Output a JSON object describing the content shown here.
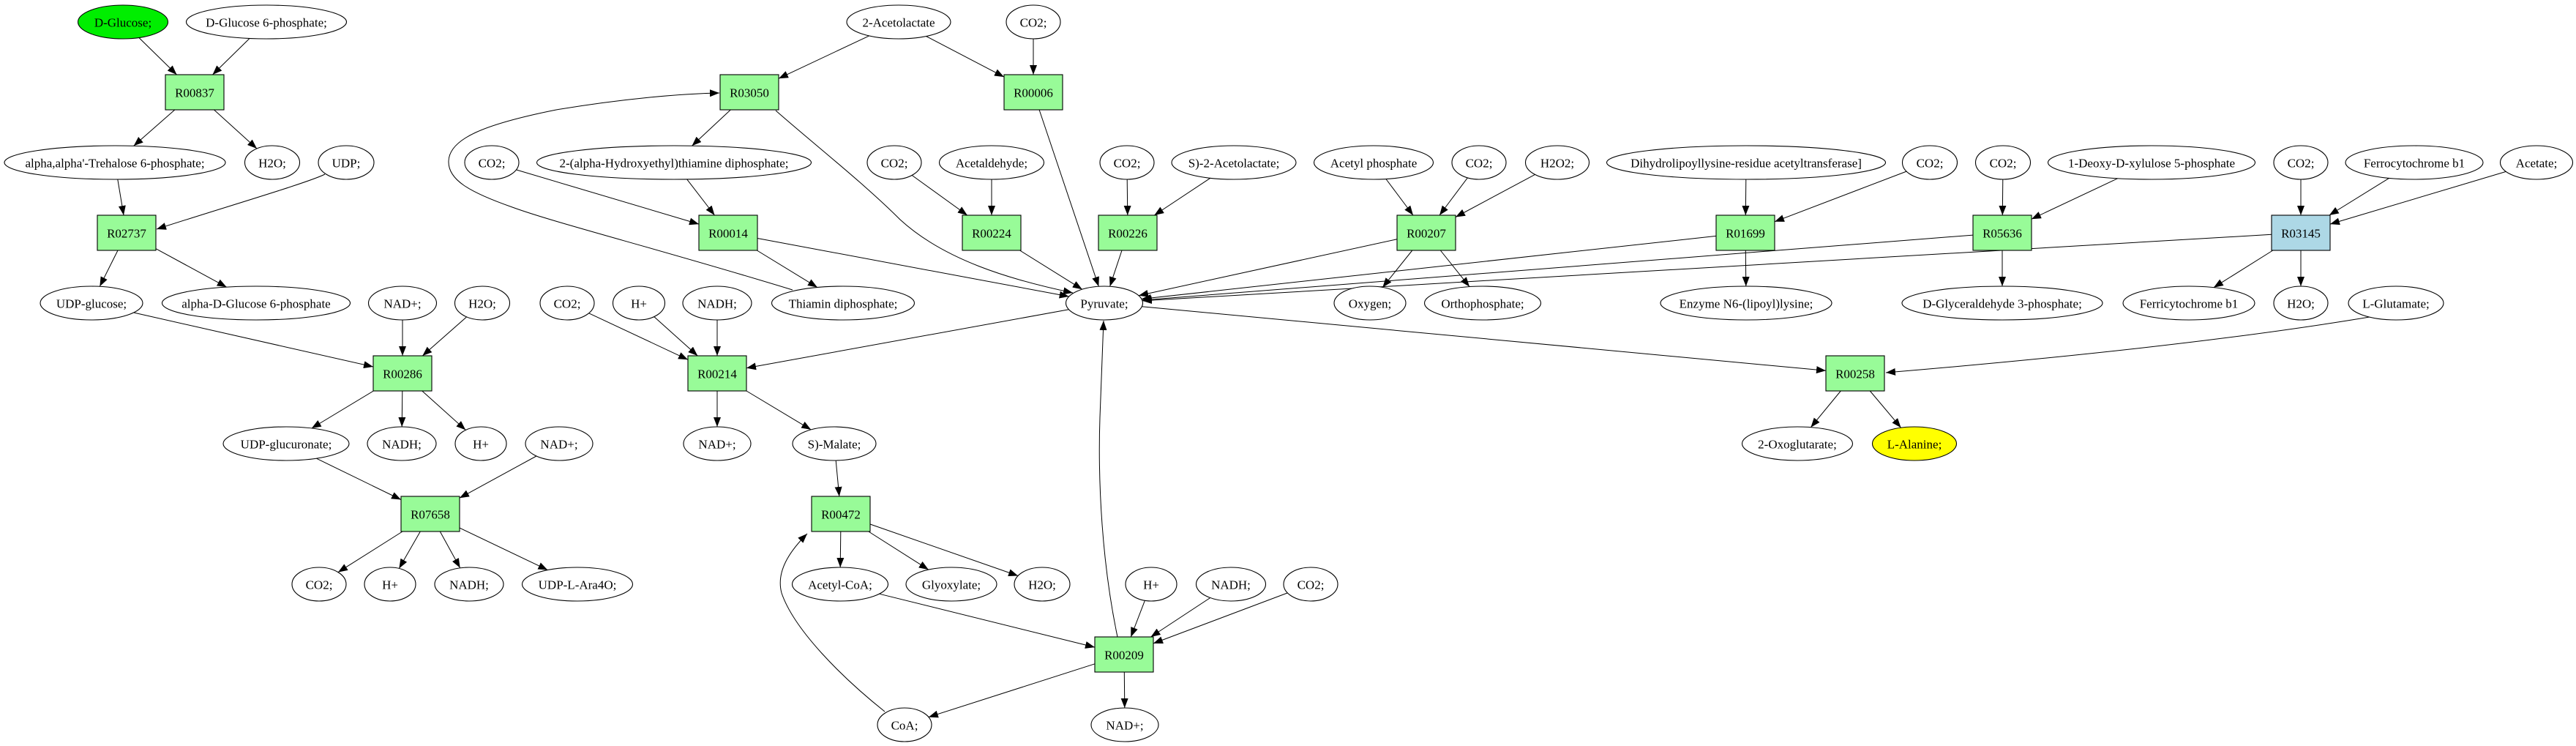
{
  "colors": {
    "background": "#FFFFFF",
    "line": "#000000",
    "compound_fill": "#FFFFFF",
    "reaction_fill": "#98FB98",
    "reaction_alt_fill": "#ADD8E6",
    "start_compound_fill": "#00EE00",
    "target_compound_fill": "#FFFF00"
  },
  "graph": {
    "nodes": [
      {
        "id": "dglc",
        "label": "D-Glucose;",
        "type": "compound",
        "highlight": "start"
      },
      {
        "id": "g6p",
        "label": "D-Glucose 6-phosphate;",
        "type": "compound"
      },
      {
        "id": "acl",
        "label": "2-Acetolactate",
        "type": "compound"
      },
      {
        "id": "co2_1",
        "label": "CO2;",
        "type": "compound"
      },
      {
        "id": "R00837",
        "label": "R00837",
        "type": "reaction"
      },
      {
        "id": "R03050",
        "label": "R03050",
        "type": "reaction"
      },
      {
        "id": "R00006",
        "label": "R00006",
        "type": "reaction"
      },
      {
        "id": "t6p",
        "label": "alpha,alpha'-Trehalose 6-phosphate;",
        "type": "compound"
      },
      {
        "id": "h2o_1",
        "label": "H2O;",
        "type": "compound"
      },
      {
        "id": "udp",
        "label": "UDP;",
        "type": "compound"
      },
      {
        "id": "co2_2",
        "label": "CO2;",
        "type": "compound"
      },
      {
        "id": "hetpp",
        "label": "2-(alpha-Hydroxyethyl)thiamine diphosphate;",
        "type": "compound"
      },
      {
        "id": "co2_3",
        "label": "CO2;",
        "type": "compound"
      },
      {
        "id": "acald",
        "label": "Acetaldehyde;",
        "type": "compound"
      },
      {
        "id": "co2_4",
        "label": "CO2;",
        "type": "compound"
      },
      {
        "id": "sacl",
        "label": "S)-2-Acetolactate;",
        "type": "compound"
      },
      {
        "id": "acp",
        "label": "Acetyl phosphate",
        "type": "compound"
      },
      {
        "id": "co2_5",
        "label": "CO2;",
        "type": "compound"
      },
      {
        "id": "h2o2",
        "label": "H2O2;",
        "type": "compound"
      },
      {
        "id": "dlat",
        "label": "Dihydrolipoyllysine-residue acetyltransferase]",
        "type": "compound"
      },
      {
        "id": "co2_6",
        "label": "CO2;",
        "type": "compound"
      },
      {
        "id": "co2_7",
        "label": "CO2;",
        "type": "compound"
      },
      {
        "id": "dxp",
        "label": "1-Deoxy-D-xylulose 5-phosphate",
        "type": "compound"
      },
      {
        "id": "co2_8",
        "label": "CO2;",
        "type": "compound"
      },
      {
        "id": "fcb1",
        "label": "Ferrocytochrome b1",
        "type": "compound"
      },
      {
        "id": "acet",
        "label": "Acetate;",
        "type": "compound"
      },
      {
        "id": "R02737",
        "label": "R02737",
        "type": "reaction"
      },
      {
        "id": "R00014",
        "label": "R00014",
        "type": "reaction"
      },
      {
        "id": "R00224",
        "label": "R00224",
        "type": "reaction"
      },
      {
        "id": "R00226",
        "label": "R00226",
        "type": "reaction"
      },
      {
        "id": "R00207",
        "label": "R00207",
        "type": "reaction"
      },
      {
        "id": "R01699",
        "label": "R01699",
        "type": "reaction"
      },
      {
        "id": "R05636",
        "label": "R05636",
        "type": "reaction"
      },
      {
        "id": "R03145",
        "label": "R03145",
        "type": "reaction",
        "highlight": "alt"
      },
      {
        "id": "udpg",
        "label": "UDP-glucose;",
        "type": "compound"
      },
      {
        "id": "ag6p",
        "label": "alpha-D-Glucose 6-phosphate",
        "type": "compound"
      },
      {
        "id": "nad_1",
        "label": "NAD+;",
        "type": "compound"
      },
      {
        "id": "h2o_2",
        "label": "H2O;",
        "type": "compound"
      },
      {
        "id": "co2_9",
        "label": "CO2;",
        "type": "compound"
      },
      {
        "id": "h_1",
        "label": "H+",
        "type": "compound"
      },
      {
        "id": "nadh_1",
        "label": "NADH;",
        "type": "compound"
      },
      {
        "id": "tpp",
        "label": "Thiamin diphosphate;",
        "type": "compound"
      },
      {
        "id": "pyr",
        "label": "Pyruvate;",
        "type": "compound"
      },
      {
        "id": "oxy",
        "label": "Oxygen;",
        "type": "compound"
      },
      {
        "id": "pi",
        "label": "Orthophosphate;",
        "type": "compound"
      },
      {
        "id": "lip",
        "label": "Enzyme N6-(lipoyl)lysine;",
        "type": "compound"
      },
      {
        "id": "gap",
        "label": "D-Glyceraldehyde 3-phosphate;",
        "type": "compound"
      },
      {
        "id": "fib1",
        "label": "Ferricytochrome b1",
        "type": "compound"
      },
      {
        "id": "h2o_3",
        "label": "H2O;",
        "type": "compound"
      },
      {
        "id": "glu",
        "label": "L-Glutamate;",
        "type": "compound"
      },
      {
        "id": "R00286",
        "label": "R00286",
        "type": "reaction"
      },
      {
        "id": "R00214",
        "label": "R00214",
        "type": "reaction"
      },
      {
        "id": "R00258",
        "label": "R00258",
        "type": "reaction"
      },
      {
        "id": "udpgla",
        "label": "UDP-glucuronate;",
        "type": "compound"
      },
      {
        "id": "nadh_2",
        "label": "NADH;",
        "type": "compound"
      },
      {
        "id": "h_2",
        "label": "H+",
        "type": "compound"
      },
      {
        "id": "nad_2",
        "label": "NAD+;",
        "type": "compound"
      },
      {
        "id": "nad_3",
        "label": "NAD+;",
        "type": "compound"
      },
      {
        "id": "mal",
        "label": "S)-Malate;",
        "type": "compound"
      },
      {
        "id": "akg",
        "label": "2-Oxoglutarate;",
        "type": "compound"
      },
      {
        "id": "ala",
        "label": "L-Alanine;",
        "type": "compound",
        "highlight": "target"
      },
      {
        "id": "R07658",
        "label": "R07658",
        "type": "reaction"
      },
      {
        "id": "R00472",
        "label": "R00472",
        "type": "reaction"
      },
      {
        "id": "co2_10",
        "label": "CO2;",
        "type": "compound"
      },
      {
        "id": "h_3",
        "label": "H+",
        "type": "compound"
      },
      {
        "id": "nadh_3",
        "label": "NADH;",
        "type": "compound"
      },
      {
        "id": "ara",
        "label": "UDP-L-Ara4O;",
        "type": "compound"
      },
      {
        "id": "accoa",
        "label": "Acetyl-CoA;",
        "type": "compound"
      },
      {
        "id": "glx",
        "label": "Glyoxylate;",
        "type": "compound"
      },
      {
        "id": "h2o_4",
        "label": "H2O;",
        "type": "compound"
      },
      {
        "id": "h_4",
        "label": "H+",
        "type": "compound"
      },
      {
        "id": "nadh_4",
        "label": "NADH;",
        "type": "compound"
      },
      {
        "id": "co2_11",
        "label": "CO2;",
        "type": "compound"
      },
      {
        "id": "R00209",
        "label": "R00209",
        "type": "reaction"
      },
      {
        "id": "coa",
        "label": "CoA;",
        "type": "compound"
      },
      {
        "id": "nad_4",
        "label": "NAD+;",
        "type": "compound"
      }
    ],
    "edges": [
      {
        "from": "dglc",
        "to": "R00837"
      },
      {
        "from": "g6p",
        "to": "R00837"
      },
      {
        "from": "R00837",
        "to": "t6p"
      },
      {
        "from": "R00837",
        "to": "h2o_1"
      },
      {
        "from": "t6p",
        "to": "R02737"
      },
      {
        "from": "udp",
        "to": "R02737"
      },
      {
        "from": "R02737",
        "to": "udpg"
      },
      {
        "from": "R02737",
        "to": "ag6p"
      },
      {
        "from": "udpg",
        "to": "R00286"
      },
      {
        "from": "nad_1",
        "to": "R00286"
      },
      {
        "from": "h2o_2",
        "to": "R00286"
      },
      {
        "from": "R00286",
        "to": "udpgla"
      },
      {
        "from": "R00286",
        "to": "nadh_2"
      },
      {
        "from": "R00286",
        "to": "h_2"
      },
      {
        "from": "udpgla",
        "to": "R07658"
      },
      {
        "from": "nad_2",
        "to": "R07658"
      },
      {
        "from": "R07658",
        "to": "co2_10"
      },
      {
        "from": "R07658",
        "to": "h_3"
      },
      {
        "from": "R07658",
        "to": "nadh_3"
      },
      {
        "from": "R07658",
        "to": "ara"
      },
      {
        "from": "acl",
        "to": "R03050"
      },
      {
        "from": "acl",
        "to": "R00006"
      },
      {
        "from": "co2_1",
        "to": "R00006"
      },
      {
        "from": "R03050",
        "to": "hetpp"
      },
      {
        "from": "R03050",
        "to": "pyr"
      },
      {
        "from": "tpp",
        "to": "R03050"
      },
      {
        "from": "co2_2",
        "to": "R00014"
      },
      {
        "from": "hetpp",
        "to": "R00014"
      },
      {
        "from": "R00014",
        "to": "pyr"
      },
      {
        "from": "R00014",
        "to": "tpp"
      },
      {
        "from": "co2_3",
        "to": "R00224"
      },
      {
        "from": "acald",
        "to": "R00224"
      },
      {
        "from": "R00224",
        "to": "pyr"
      },
      {
        "from": "R00006",
        "to": "pyr"
      },
      {
        "from": "co2_4",
        "to": "R00226"
      },
      {
        "from": "sacl",
        "to": "R00226"
      },
      {
        "from": "R00226",
        "to": "pyr"
      },
      {
        "from": "acp",
        "to": "R00207"
      },
      {
        "from": "co2_5",
        "to": "R00207"
      },
      {
        "from": "h2o2",
        "to": "R00207"
      },
      {
        "from": "R00207",
        "to": "pyr"
      },
      {
        "from": "R00207",
        "to": "oxy"
      },
      {
        "from": "R00207",
        "to": "pi"
      },
      {
        "from": "dlat",
        "to": "R01699"
      },
      {
        "from": "co2_6",
        "to": "R01699"
      },
      {
        "from": "R01699",
        "to": "pyr"
      },
      {
        "from": "R01699",
        "to": "lip"
      },
      {
        "from": "co2_7",
        "to": "R05636"
      },
      {
        "from": "dxp",
        "to": "R05636"
      },
      {
        "from": "R05636",
        "to": "pyr"
      },
      {
        "from": "R05636",
        "to": "gap"
      },
      {
        "from": "co2_8",
        "to": "R03145"
      },
      {
        "from": "fcb1",
        "to": "R03145"
      },
      {
        "from": "acet",
        "to": "R03145"
      },
      {
        "from": "R03145",
        "to": "pyr"
      },
      {
        "from": "R03145",
        "to": "fib1"
      },
      {
        "from": "R03145",
        "to": "h2o_3"
      },
      {
        "from": "pyr",
        "to": "R00214"
      },
      {
        "from": "co2_9",
        "to": "R00214"
      },
      {
        "from": "h_1",
        "to": "R00214"
      },
      {
        "from": "nadh_1",
        "to": "R00214"
      },
      {
        "from": "R00214",
        "to": "nad_3"
      },
      {
        "from": "R00214",
        "to": "mal"
      },
      {
        "from": "mal",
        "to": "R00472"
      },
      {
        "from": "R00472",
        "to": "accoa"
      },
      {
        "from": "R00472",
        "to": "glx"
      },
      {
        "from": "R00472",
        "to": "h2o_4"
      },
      {
        "from": "coa",
        "to": "R00472"
      },
      {
        "from": "accoa",
        "to": "R00209"
      },
      {
        "from": "h_4",
        "to": "R00209"
      },
      {
        "from": "nadh_4",
        "to": "R00209"
      },
      {
        "from": "co2_11",
        "to": "R00209"
      },
      {
        "from": "R00209",
        "to": "pyr"
      },
      {
        "from": "R00209",
        "to": "coa"
      },
      {
        "from": "R00209",
        "to": "nad_4"
      },
      {
        "from": "pyr",
        "to": "R00258"
      },
      {
        "from": "glu",
        "to": "R00258"
      },
      {
        "from": "R00258",
        "to": "akg"
      },
      {
        "from": "R00258",
        "to": "ala"
      }
    ]
  }
}
